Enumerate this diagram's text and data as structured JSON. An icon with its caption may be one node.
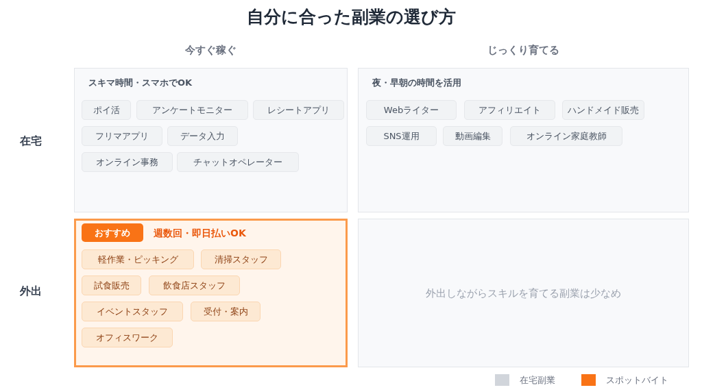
{
  "diagram": {
    "title": "自分に合った副業の選び方",
    "nodes": [
      {
        "text": [
          "スキマ時間・スマホでOK"
        ]
      },
      {
        "text": [
          "ポイ活"
        ],
        "in": 0
      },
      {
        "text": [
          "アンケートモニター"
        ],
        "in": 0
      },
      {
        "text": [
          "レシートアプリ"
        ],
        "in": 0
      },
      {
        "text": [
          "フリマアプリ"
        ],
        "in": 0
      },
      {
        "text": [
          "データ入力"
        ],
        "in": 0
      },
      {
        "text": [
          "オンライン事務"
        ],
        "in": 0
      },
      {
        "text": [
          "チャットオペレーター"
        ],
        "in": 0
      },
      {
        "text": [
          "夜・早朝の時間を活用"
        ]
      },
      {
        "text": [
          "Webライター"
        ],
        "in": 8
      },
      {
        "text": [
          "アフィリエイト"
        ],
        "in": 8
      },
      {
        "text": [
          "ハンドメイド販売"
        ],
        "in": 8
      },
      {
        "text": [
          "SNS運用"
        ],
        "in": 8
      },
      {
        "text": [
          "動画編集"
        ],
        "in": 8
      },
      {
        "text": [
          "オンライン家庭教師"
        ],
        "in": 8
      },
      {
        "text": [
          "週数回・即日払いOK"
        ]
      },
      {
        "text": [
          "おすすめ"
        ],
        "in": 15
      },
      {
        "text": [
          "軽作業・ピッキング"
        ],
        "in": 15
      },
      {
        "text": [
          "清掃スタッフ"
        ],
        "in": 15
      },
      {
        "text": [
          "試食販売"
        ],
        "in": 15
      },
      {
        "text": [
          "飲食店スタッフ"
        ],
        "in": 15
      },
      {
        "text": [
          "イベントスタッフ"
        ],
        "in": 15
      },
      {
        "text": [
          "受付・案内"
        ],
        "in": 15
      },
      {
        "text": [
          "オフィスワーク"
        ],
        "in": 15
      },
      {
        "text": [
          "外出しながらスキルを育てる副業は少なめ"
        ]
      }
    ],
    "labels": [
      "今すぐ稼ぐ",
      "じっくり育てる",
      "在宅",
      "外出"
    ],
    "legend": [
      {
        "text": "在宅副業",
        "color": "#d1d5db"
      },
      {
        "text": "スポットバイト",
        "color": "#f97316"
      }
    ]
  }
}
